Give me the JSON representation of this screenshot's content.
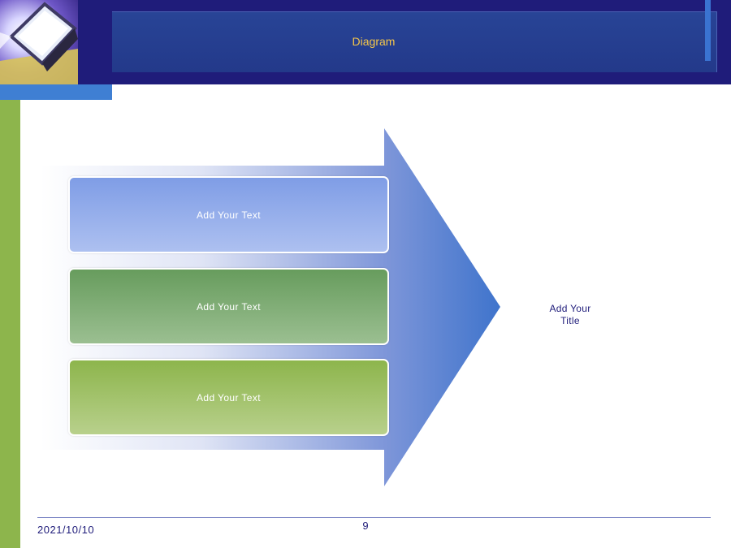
{
  "header": {
    "title": "Diagram"
  },
  "diagram": {
    "boxes": [
      {
        "label": "Add Your Text"
      },
      {
        "label": "Add Your Text"
      },
      {
        "label": "Add Your Text"
      }
    ],
    "side_title_line1": "Add Your",
    "side_title_line2": "Title"
  },
  "footer": {
    "date": "2021/10/10",
    "page": "9"
  },
  "colors": {
    "header_band": "#1f1c7a",
    "header_panel": "#284496",
    "title_text": "#f4c64a",
    "accent_blue": "#3f7fd3",
    "accent_green": "#8db54c",
    "box_blue": "#7f9de6",
    "box_teal_green": "#679c5d",
    "box_lime_green": "#8db54c"
  },
  "icons": {
    "logo": "monitor-image-icon"
  }
}
